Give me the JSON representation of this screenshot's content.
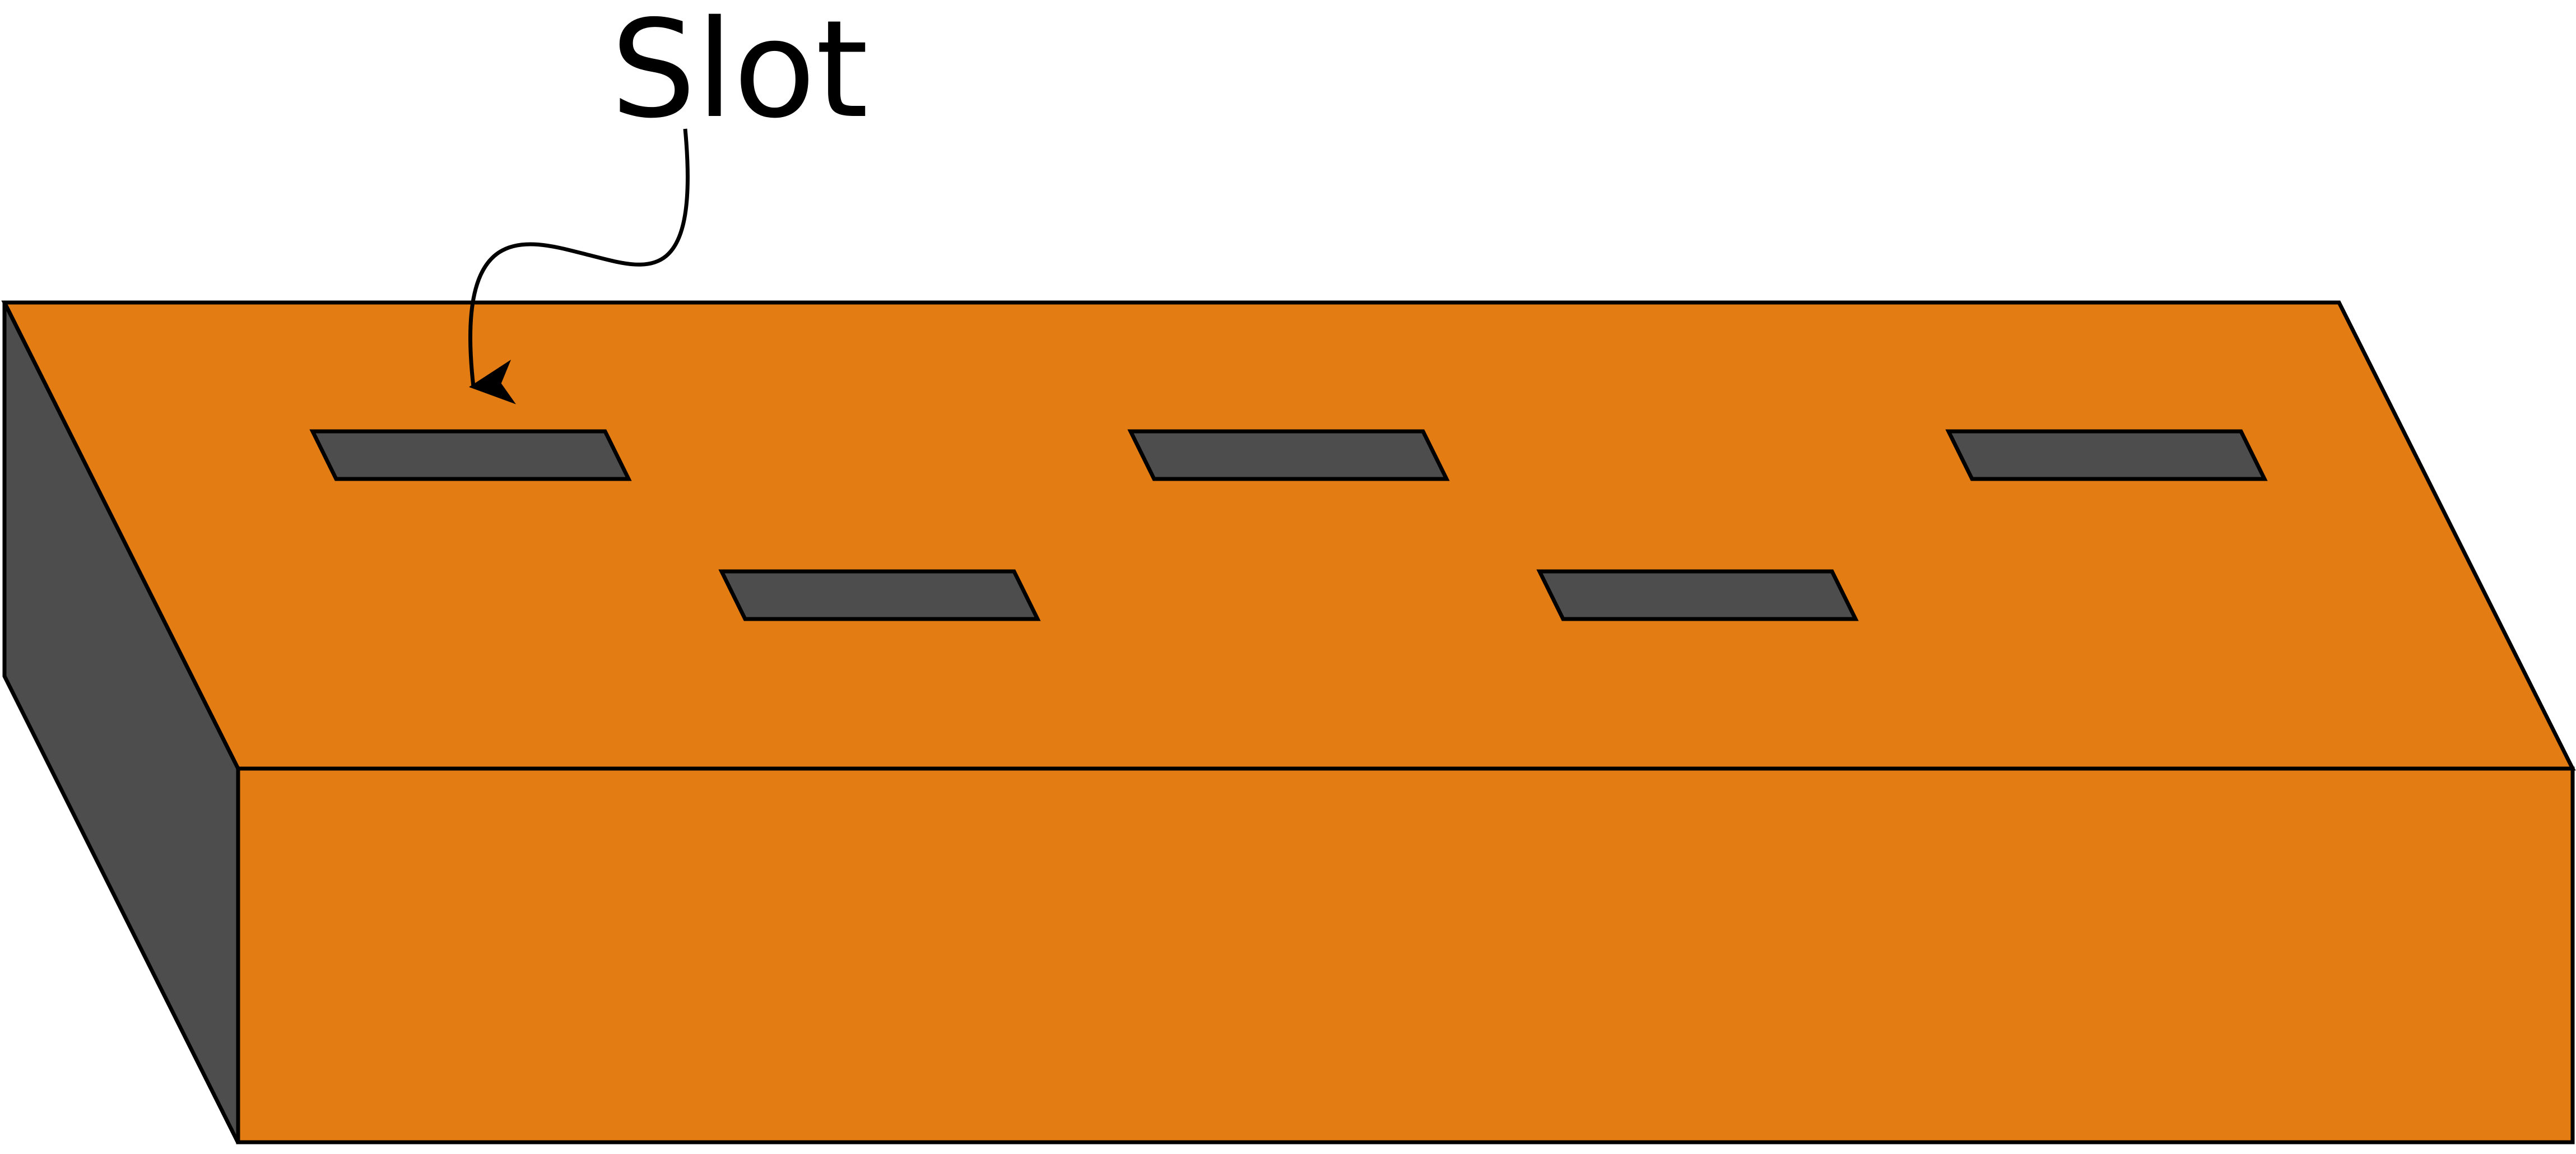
{
  "annotation": {
    "label": "Slot"
  },
  "colors": {
    "top_face": "#e37c12",
    "front_face": "#e37c12",
    "side_face": "#4d4d4d",
    "slot_fill": "#4d4d4d",
    "outline": "#000000",
    "background": "#ffffff"
  },
  "slots": [
    {
      "row": 1,
      "column": 1
    },
    {
      "row": 2,
      "column": 2
    },
    {
      "row": 1,
      "column": 3
    },
    {
      "row": 2,
      "column": 4
    },
    {
      "row": 1,
      "column": 5
    }
  ]
}
